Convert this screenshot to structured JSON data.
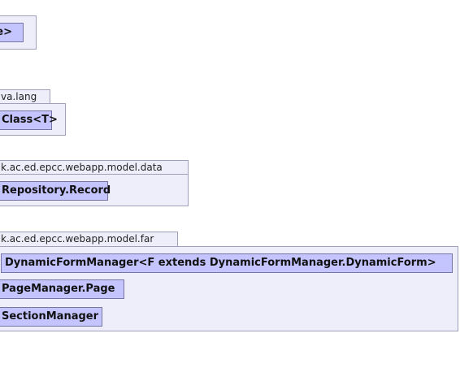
{
  "packages": [
    {
      "name": "",
      "classes": [
        "ge>"
      ]
    },
    {
      "name": "va.lang",
      "classes": [
        "Class<T>"
      ]
    },
    {
      "name": "k.ac.ed.epcc.webapp.model.data",
      "classes": [
        "Repository.Record"
      ]
    },
    {
      "name": "k.ac.ed.epcc.webapp.model.far",
      "classes": [
        "DynamicFormManager<F extends DynamicFormManager.DynamicForm>",
        "PageManager.Page",
        "SectionManager"
      ]
    }
  ]
}
